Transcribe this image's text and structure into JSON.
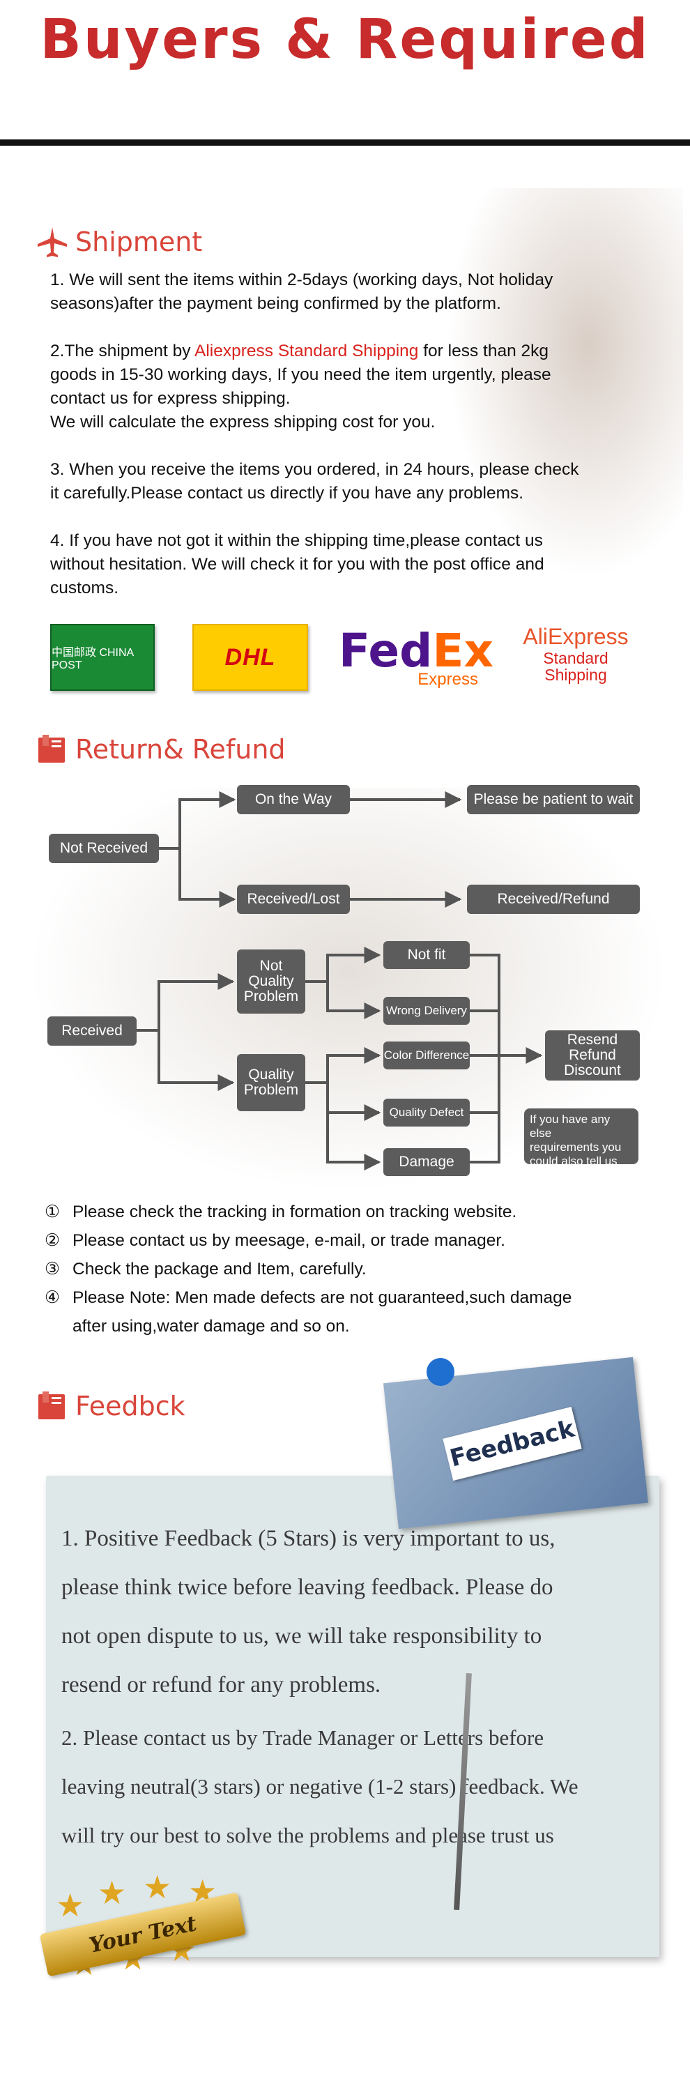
{
  "header": {
    "title": "Buyers & Required"
  },
  "shipment": {
    "heading": "Shipment",
    "p1_line1": "1. We will sent the items within 2-5days (working days, Not holiday",
    "p1_line2": "seasons)after the payment being confirmed by the platform.",
    "p2_prefix": "2.The shipment by ",
    "p2_red": "Aliexpress Standard Shipping",
    "p2_suffix": " for less than  2kg",
    "p2_line2": "goods in 15-30 working days, If  you need the item urgently, please",
    "p2_line3": "contact us for express shipping.",
    "p2_line4": "We will calculate the express shipping cost for you.",
    "p3_line1": "3. When you receive the items you ordered, in 24 hours, please check",
    "p3_line2": " it carefully.Please contact us directly if you have any problems.",
    "p4_line1": "4. If you have not got it within the shipping time,please contact us",
    "p4_line2": "without hesitation. We will check it for you with the post office and",
    "p4_line3": "customs."
  },
  "logos": {
    "chinapost": "中国邮政 CHINA POST",
    "dhl": "DHL",
    "fedex_fe": "Fed",
    "fedex_ex": "Ex",
    "fedex_sub": "Express",
    "aliexpress": "AliExpress",
    "aliexpress_sub1": "Standard",
    "aliexpress_sub2": "Shipping"
  },
  "refund": {
    "heading": "Return& Refund",
    "not_received": "Not Received",
    "on_the_way": "On the Way",
    "be_patient": "Please be patient to wait",
    "received_lost": "Received/Lost",
    "received_refund": "Received/Refund",
    "received": "Received",
    "not_quality_1": "Not",
    "not_quality_2": "Quality",
    "not_quality_3": "Problem",
    "quality_1": "Quality",
    "quality_2": "Problem",
    "not_fit": "Not fit",
    "wrong_delivery": "Wrong Delivery",
    "color_difference": "Color Difference",
    "quality_defect": "Quality Defect",
    "damage": "Damage",
    "resend_1": "Resend",
    "resend_2": "Refund",
    "resend_3": "Discount",
    "callout_1": "If you have any else",
    "callout_2": "requirements you",
    "callout_3": "could also tell us"
  },
  "notes": {
    "n1_num": "①",
    "n1": "Please check the tracking in formation on tracking website.",
    "n2_num": "②",
    "n2": "Please contact us by meesage, e-mail, or trade manager.",
    "n3_num": "③",
    "n3": "Check the package and Item, carefully.",
    "n4_num": "④",
    "n4a": "Please Note: Men made defects  are not guaranteed,such damage",
    "n4b": "after using,water damage and so on."
  },
  "feedback": {
    "heading": "Feedbck",
    "sign": "Feedback",
    "p1_l1": "1. Positive Feedback (5 Stars) is very important to us,",
    "p1_l2": "please think twice before leaving feedback. Please do",
    "p1_l3": "not open dispute to us,   we will take responsibility to",
    "p1_l4": "resend or refund for any problems.",
    "p2_l1": "2. Please contact us by Trade Manager or Letters before",
    "p2_l2": "leaving neutral(3 stars) or negative (1-2 stars) feedback. We",
    "p2_l3": "will try our best to solve the problems and please trust us",
    "badge": "Your Text"
  },
  "colors": {
    "accent_red": "#d9453a",
    "title_red": "#c82b2b",
    "flow_box": "#5c5c5c",
    "card_bg": "#dfe8e9"
  }
}
